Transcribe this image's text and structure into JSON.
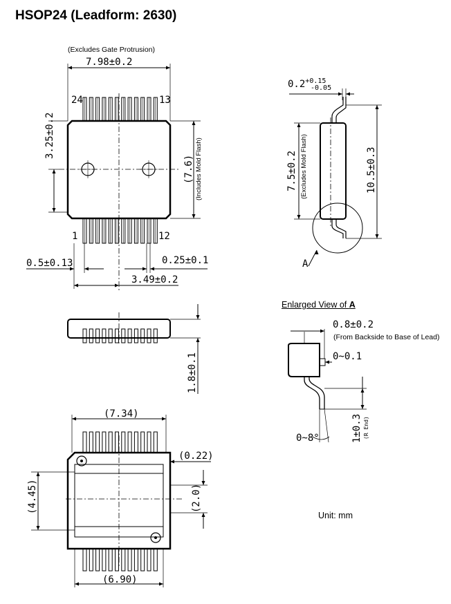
{
  "title": "HSOP24 (Leadform: 2630)",
  "top_view": {
    "note_gate": "(Excludes Gate Protrusion)",
    "width_dim": "7.98±0.2",
    "pin_24": "24",
    "pin_13": "13",
    "pin_1": "1",
    "pin_12": "12",
    "height_dim": "3.25±0.2",
    "body_dim": "(7.6)",
    "note_mold": "(Includes Mold Flash)",
    "lead_width_dim": "0.5±0.13",
    "pitch_dim": "0.25±0.1",
    "half_span_dim": "3.49±0.2"
  },
  "side_view": {
    "thick_base": "0.2",
    "thick_tol_plus": "+0.15",
    "thick_tol_minus": "-0.05",
    "body_dim": "7.5±0.2",
    "note_mold": "(Excludes Mold Flash)",
    "total_dim": "10.5±0.3",
    "label_a": "A"
  },
  "front_view": {
    "height_dim": "1.8±0.1"
  },
  "bottom_view": {
    "top_dim": "(7.34)",
    "offset_dim": "(0.22)",
    "pad_dim": "(4.45)",
    "inner_dim": "(2.0)",
    "bottom_dim": "(6.90)"
  },
  "enlarged": {
    "title_prefix": "Enlarged View of ",
    "title_bold": "A",
    "dim_08": "0.8±0.2",
    "note_base": "(From Backside to Base of Lead)",
    "dim_01": "0~0.1",
    "dim_angle": "0~8°",
    "dim_1": "1±0.3",
    "note_r": "(R End)"
  },
  "unit": "Unit: mm"
}
